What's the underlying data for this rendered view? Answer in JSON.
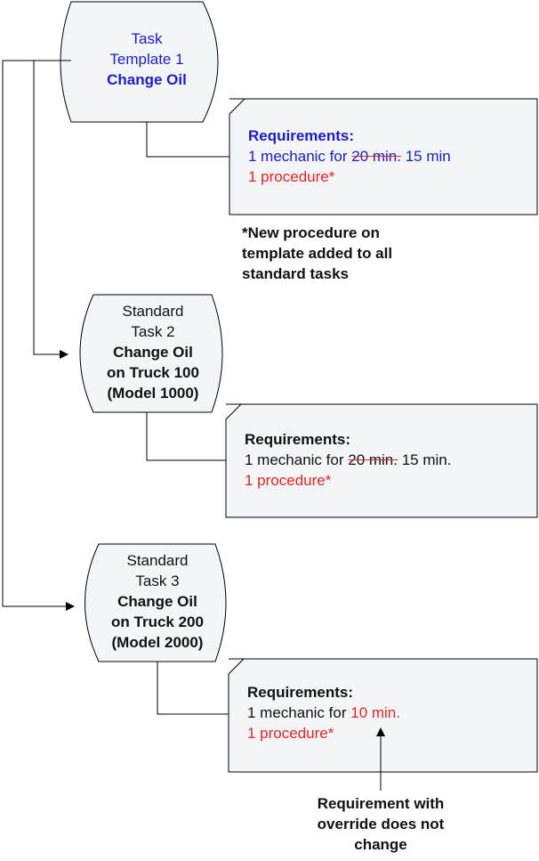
{
  "template1": {
    "line1": "Task",
    "line2": "Template 1",
    "line3": "Change Oil"
  },
  "req1": {
    "heading": "Requirements:",
    "mechanic_prefix": "1 mechanic for ",
    "old_time": "20 min.",
    "new_time": " 15 min",
    "procedure": "1 procedure*"
  },
  "note_new_procedure": {
    "line1": "*New procedure on",
    "line2": "template added to all",
    "line3": "standard tasks"
  },
  "task2": {
    "line1": "Standard",
    "line2": "Task 2",
    "line3": "Change Oil",
    "line4": "on Truck 100",
    "line5": "(Model 1000)"
  },
  "req2": {
    "heading": "Requirements:",
    "mechanic_prefix": "1 mechanic for ",
    "old_time": "20 min.",
    "new_time": " 15 min.",
    "procedure": "1 procedure*"
  },
  "task3": {
    "line1": "Standard",
    "line2": "Task 3",
    "line3": "Change Oil",
    "line4": "on Truck 200",
    "line5": "(Model 2000)"
  },
  "req3": {
    "heading": "Requirements:",
    "mechanic_prefix": "1 mechanic for ",
    "override_time": "10 min.",
    "procedure": "1 procedure*"
  },
  "note_override": {
    "line1": "Requirement with",
    "line2": "override does not",
    "line3": "change"
  },
  "colors": {
    "shape_fill": "#f3f6f9",
    "stroke": "#000000",
    "template_text": "#1c1ccc",
    "changed_text": "#e8231f"
  }
}
